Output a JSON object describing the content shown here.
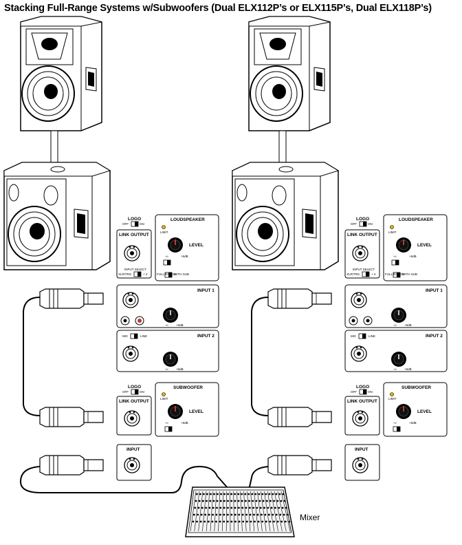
{
  "title": "Stacking Full-Range Systems w/Subwoofers (Dual ELX112P’s or ELX115P’s, Dual ELX118P’s)",
  "mixer_label": "Mixer",
  "top_panel": {
    "logo": "LOGO",
    "off": "OFF",
    "on": "ON",
    "link_output": "LINK OUTPUT",
    "loudspeaker": "LOUDSPEAKER",
    "limit": "LIMIT",
    "level": "LEVEL",
    "min": "-∞",
    "max": "+6dB",
    "input_select": "INPUT SELECT",
    "xlr_trs": "XLR/TRS",
    "plus": "+ 2",
    "full_range": "FULL RANGE",
    "with_sub": "WITH SUB",
    "input1": "INPUT 1",
    "input2": "INPUT 2",
    "mic": "MIC",
    "line": "LINE"
  },
  "sub_panel": {
    "logo": "LOGO",
    "off": "OFF",
    "on": "ON",
    "link_output": "LINK OUTPUT",
    "subwoofer": "SUBWOOFER",
    "limit": "LIMIT",
    "level": "LEVEL",
    "min": "-∞",
    "max": "+6dB",
    "input": "INPUT"
  },
  "colors": {
    "line": "#000000",
    "knob_indicator": "#c0392b",
    "limit_led": "#e8b400"
  }
}
